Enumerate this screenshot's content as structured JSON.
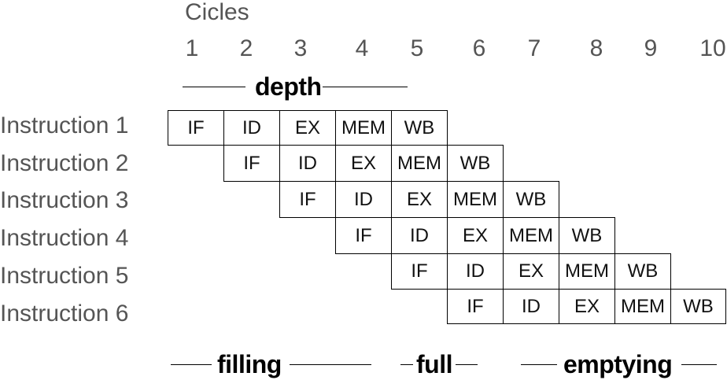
{
  "title": "Cicles",
  "cycles": [
    "1",
    "2",
    "3",
    "4",
    "5",
    "6",
    "7",
    "8",
    "9",
    "10"
  ],
  "instructions": [
    {
      "label": "Instruction 1",
      "stages": [
        "IF",
        "ID",
        "EX",
        "MEM",
        "WB"
      ]
    },
    {
      "label": "Instruction 2",
      "stages": [
        "IF",
        "ID",
        "EX",
        "MEM",
        "WB"
      ]
    },
    {
      "label": "Instruction 3",
      "stages": [
        "IF",
        "ID",
        "EX",
        "MEM",
        "WB"
      ]
    },
    {
      "label": "Instruction 4",
      "stages": [
        "IF",
        "ID",
        "EX",
        "MEM",
        "WB"
      ]
    },
    {
      "label": "Instruction 5",
      "stages": [
        "IF",
        "ID",
        "EX",
        "MEM",
        "WB"
      ]
    },
    {
      "label": "Instruction 6",
      "stages": [
        "IF",
        "ID",
        "EX",
        "MEM",
        "WB"
      ]
    }
  ],
  "annotations": {
    "depth": "depth",
    "filling": "filling",
    "full": "full",
    "emptying": "emptying"
  }
}
